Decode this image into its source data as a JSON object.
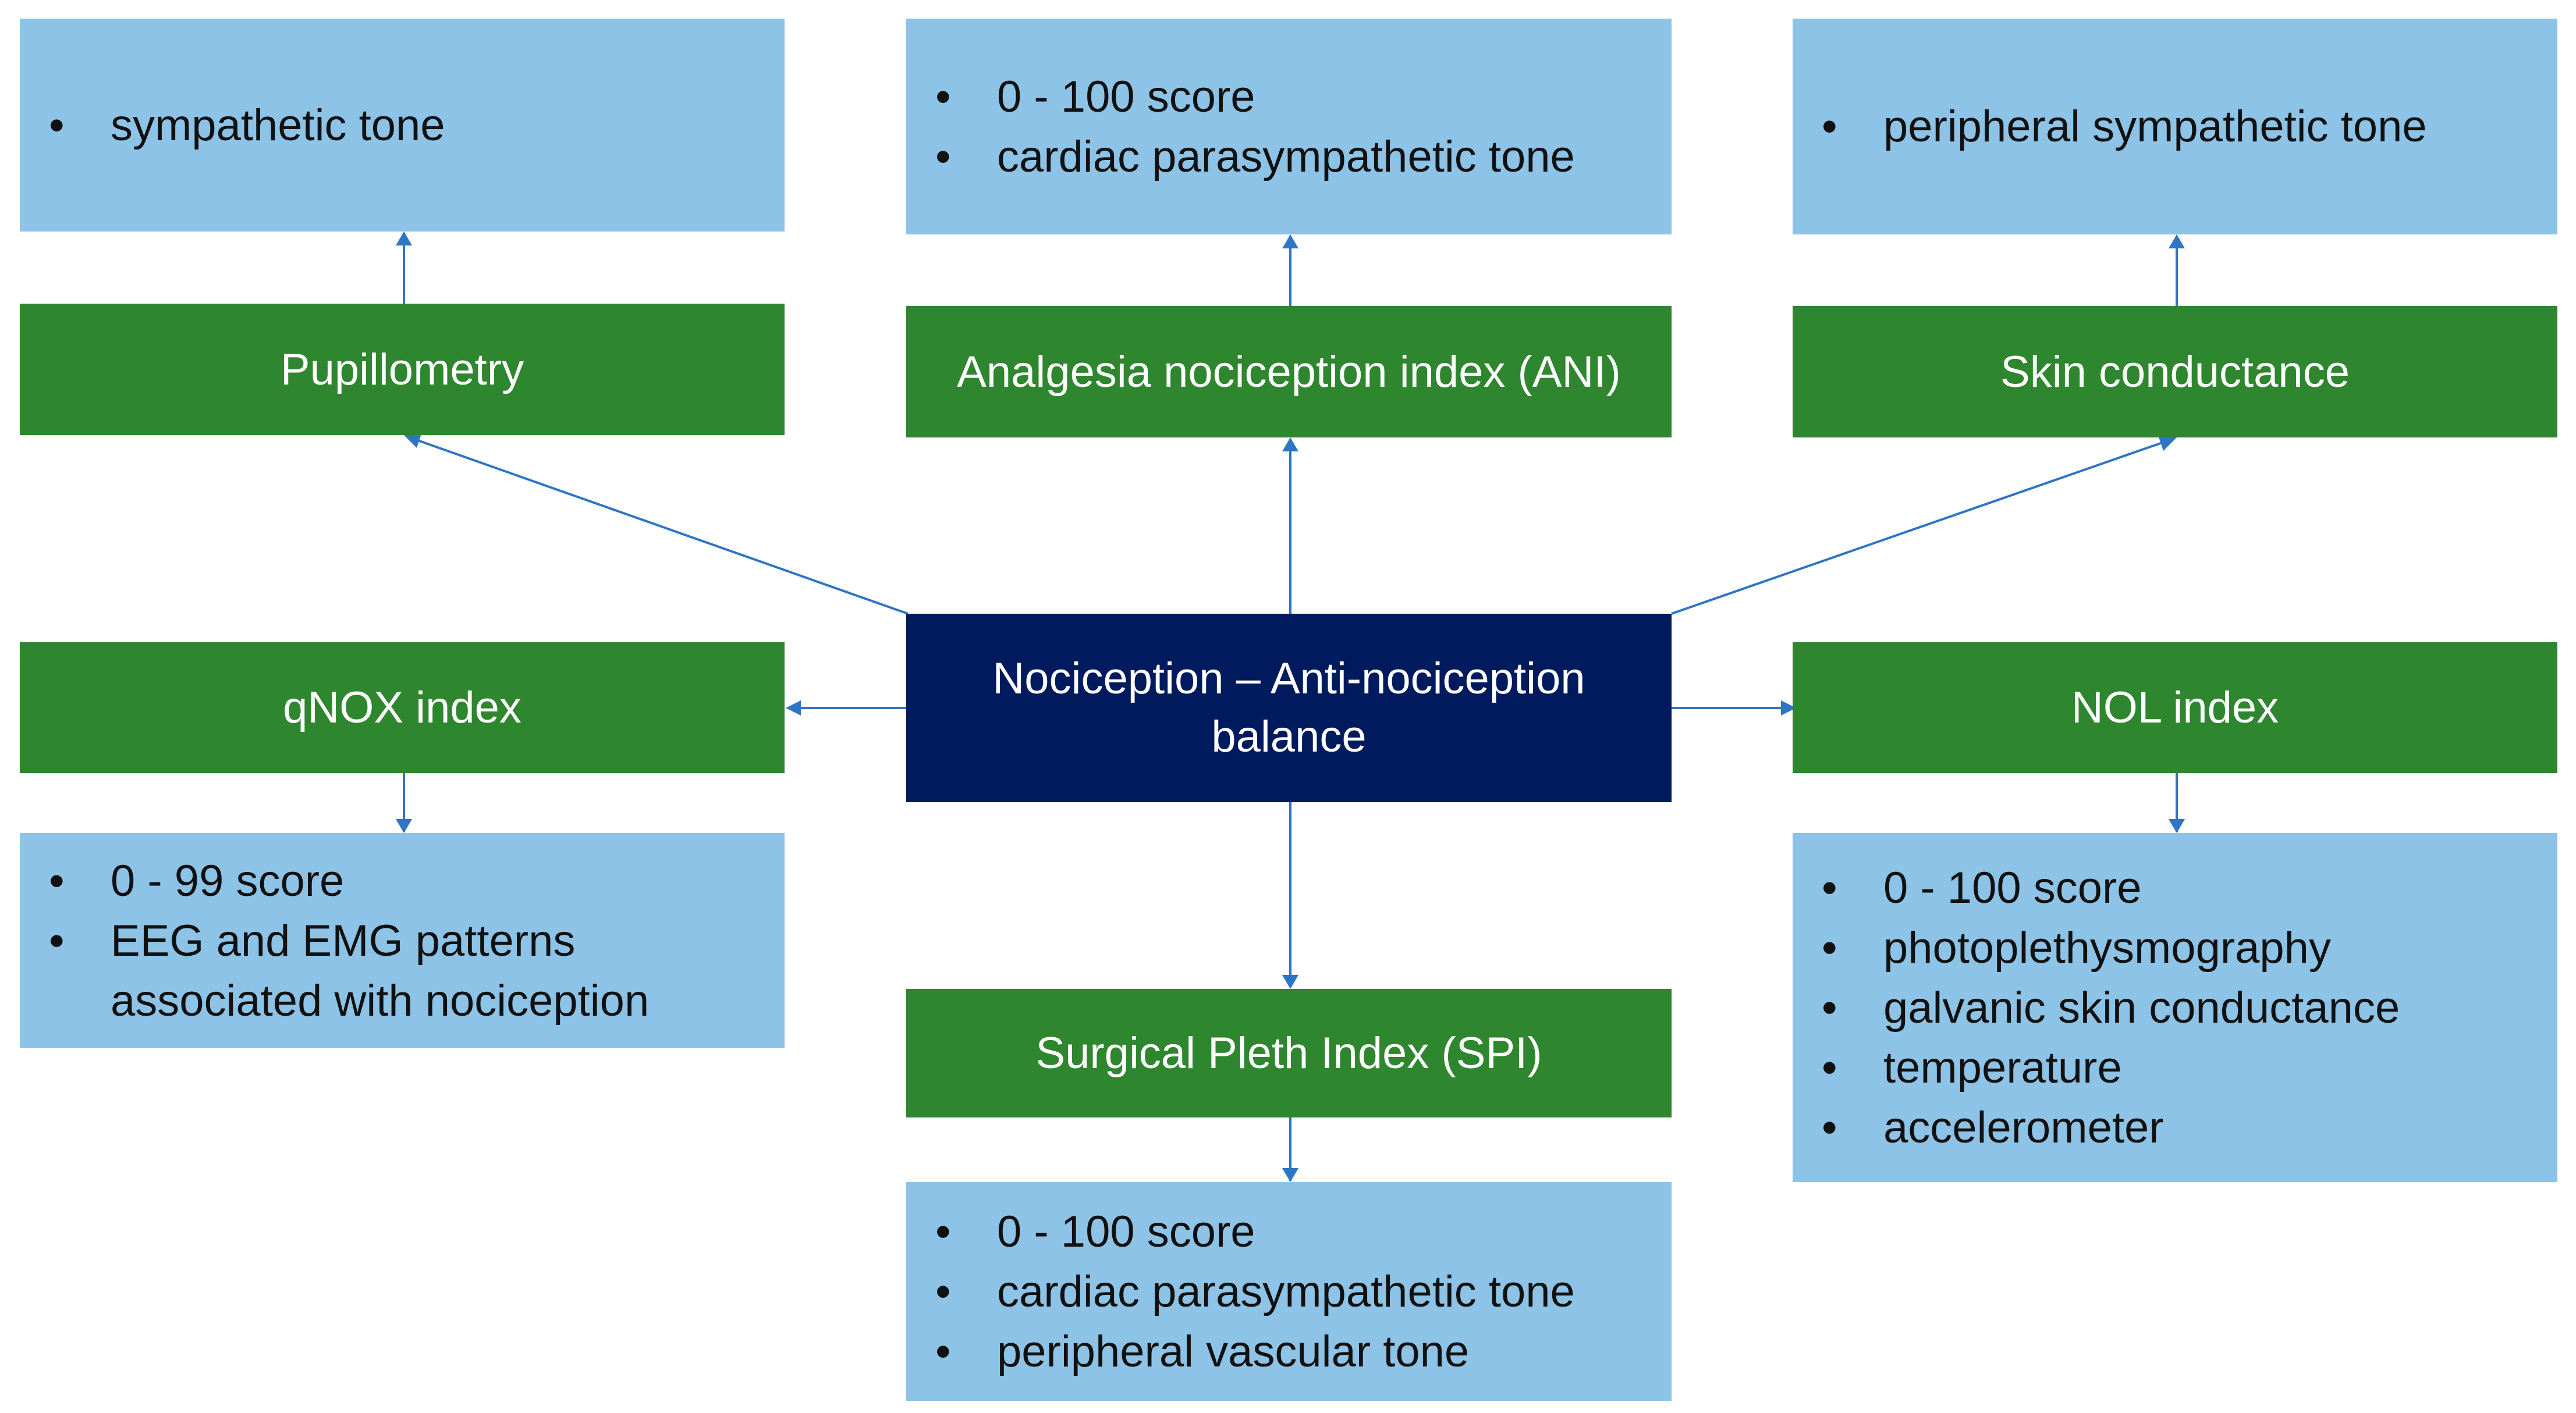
{
  "center": {
    "label": "Nociception – Anti-nociception balance"
  },
  "methods": {
    "pupillometry": {
      "label": "Pupillometry",
      "details": [
        "sympathetic tone"
      ]
    },
    "ani": {
      "label": "Analgesia nociception index (ANI)",
      "details": [
        "0 - 100 score",
        "cardiac parasympathetic tone"
      ]
    },
    "skin": {
      "label": "Skin conductance",
      "details": [
        "peripheral sympathetic tone"
      ]
    },
    "qnox": {
      "label": "qNOX index",
      "details": [
        "0 - 99 score",
        "EEG and EMG patterns associated with nociception"
      ]
    },
    "nol": {
      "label": "NOL index",
      "details": [
        "0 - 100 score",
        "photoplethysmography",
        "galvanic skin conductance",
        "temperature",
        "accelerometer"
      ]
    },
    "spi": {
      "label": "Surgical Pleth Index (SPI)",
      "details": [
        "0 - 100 score",
        "cardiac parasympathetic tone",
        "peripheral vascular tone"
      ]
    }
  },
  "colors": {
    "method": "#2e862e",
    "detail": "#8dc3e6",
    "center": "#001a5e",
    "arrow": "#2e75c6"
  }
}
